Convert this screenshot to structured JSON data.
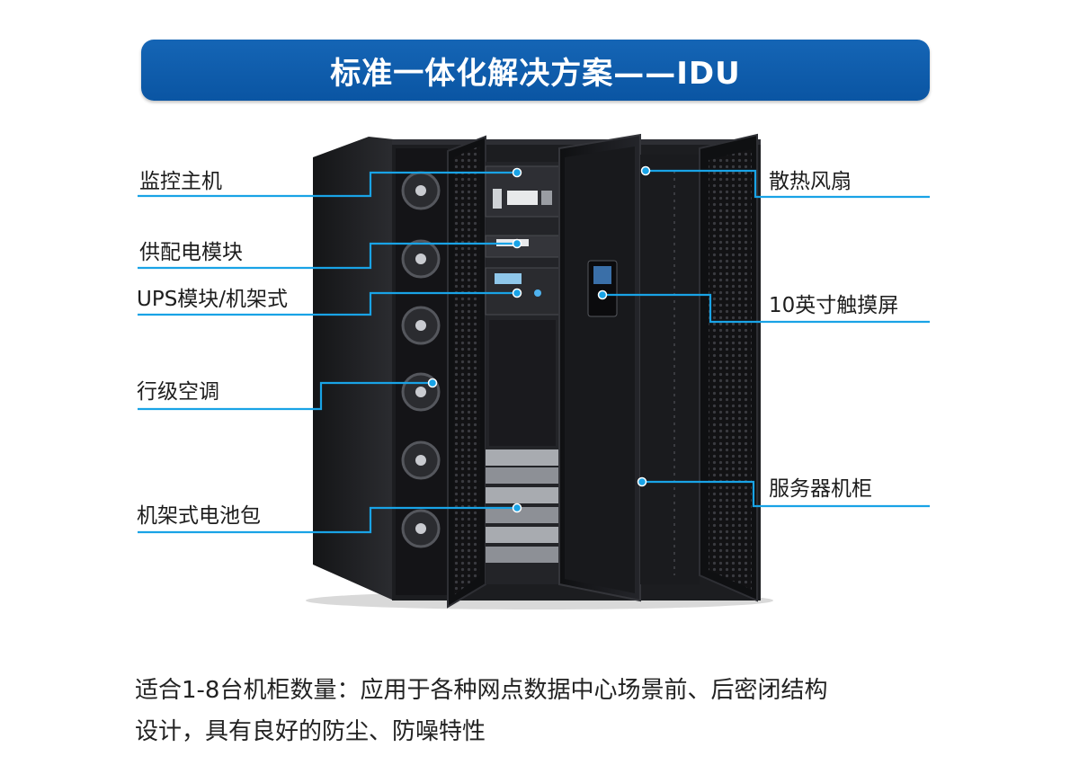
{
  "title": "标准一体化解决方案——IDU",
  "callouts": {
    "monitor_host": "监控主机",
    "power_module": "供配电模块",
    "ups_module": "UPS模块/机架式",
    "row_ac": "行级空调",
    "battery_pack": "机架式电池包",
    "cooling_fan": "散热风扇",
    "touch_screen": "10英寸触摸屏",
    "server_cabinet": "服务器机柜"
  },
  "description": {
    "line1": "适合1-8台机柜数量：应用于各种网点数据中心场景前、后密闭结构",
    "line2": "设计，具有良好的防尘、防噪特性"
  },
  "colors": {
    "banner": "#0a55a3",
    "callout_line": "#19a3e6",
    "cabinet": "#1c1d20"
  }
}
